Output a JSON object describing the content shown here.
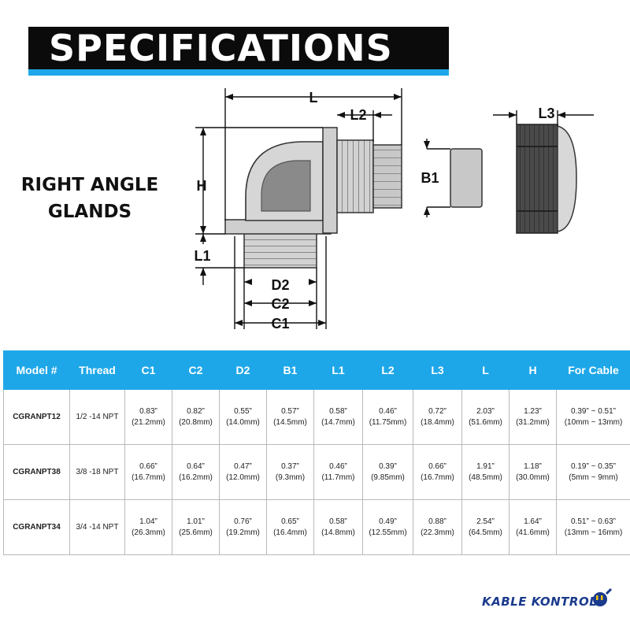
{
  "header": {
    "title": "SPECIFICATIONS"
  },
  "section": {
    "line1": "RIGHT ANGLE",
    "line2": "GLANDS"
  },
  "diagram": {
    "labels": {
      "L": "L",
      "L2": "L2",
      "L3": "L3",
      "H": "H",
      "B1": "B1",
      "L1": "L1",
      "D2": "D2",
      "C2": "C2",
      "C1": "C1"
    }
  },
  "table": {
    "headers": [
      "Model #",
      "Thread",
      "C1",
      "C2",
      "D2",
      "B1",
      "L1",
      "L2",
      "L3",
      "L",
      "H",
      "For Cable"
    ],
    "rows": [
      {
        "model": "CGRANPT12",
        "thread": "1/2 -14 NPT",
        "cells": [
          [
            "0.83”",
            "(21.2mm)"
          ],
          [
            "0.82”",
            "(20.8mm)"
          ],
          [
            "0.55”",
            "(14.0mm)"
          ],
          [
            "0.57”",
            "(14.5mm)"
          ],
          [
            "0.58”",
            "(14.7mm)"
          ],
          [
            "0.46”",
            "(11.75mm)"
          ],
          [
            "0.72”",
            "(18.4mm)"
          ],
          [
            "2.03”",
            "(51.6mm)"
          ],
          [
            "1.23”",
            "(31.2mm)"
          ],
          [
            "0.39” ~ 0.51”",
            "(10mm ~ 13mm)"
          ]
        ]
      },
      {
        "model": "CGRANPT38",
        "thread": "3/8 -18 NPT",
        "cells": [
          [
            "0.66”",
            "(16.7mm)"
          ],
          [
            "0.64”",
            "(16.2mm)"
          ],
          [
            "0.47”",
            "(12.0mm)"
          ],
          [
            "0.37”",
            "(9.3mm)"
          ],
          [
            "0.46”",
            "(11.7mm)"
          ],
          [
            "0.39”",
            "(9.85mm)"
          ],
          [
            "0.66”",
            "(16.7mm)"
          ],
          [
            "1.91”",
            "(48.5mm)"
          ],
          [
            "1.18”",
            "(30.0mm)"
          ],
          [
            "0.19” ~ 0.35”",
            "(5mm ~ 9mm)"
          ]
        ]
      },
      {
        "model": "CGRANPT34",
        "thread": "3/4 -14 NPT",
        "cells": [
          [
            "1.04”",
            "(26.3mm)"
          ],
          [
            "1.01”",
            "(25.6mm)"
          ],
          [
            "0.76”",
            "(19.2mm)"
          ],
          [
            "0.65”",
            "(16.4mm)"
          ],
          [
            "0.58”",
            "(14.8mm)"
          ],
          [
            "0.49”",
            "(12.55mm)"
          ],
          [
            "0.88”",
            "(22.3mm)"
          ],
          [
            "2.54”",
            "(64.5mm)"
          ],
          [
            "1.64”",
            "(41.6mm)"
          ],
          [
            "0.51” ~ 0.63”",
            "(13mm ~ 16mm)"
          ]
        ]
      }
    ]
  },
  "logo": {
    "text": "KABLE KONTROL"
  },
  "colors": {
    "accent": "#1ea7e8",
    "banner": "#0b0b0b",
    "logo": "#1a3a8c"
  }
}
